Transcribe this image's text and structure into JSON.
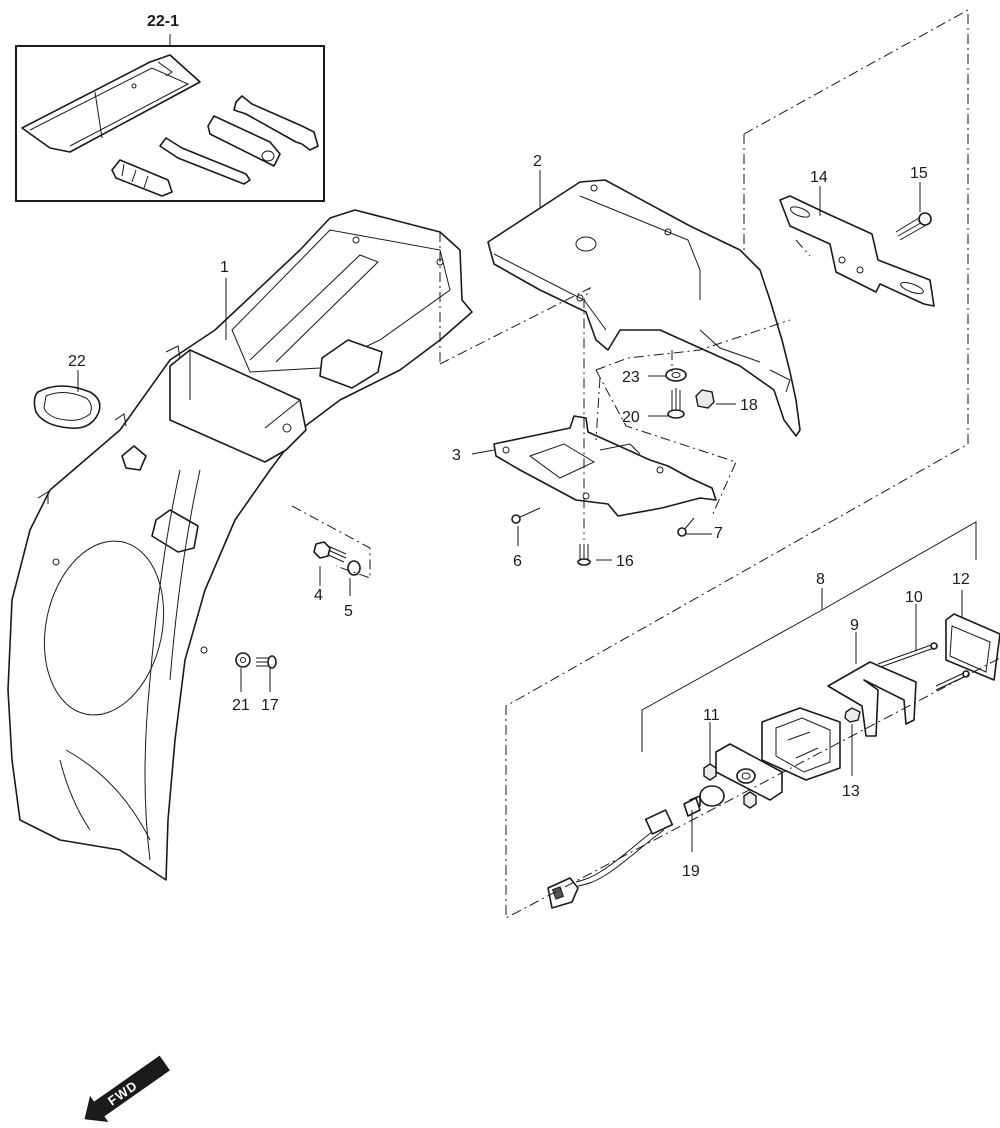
{
  "labels": {
    "l22_1": "22-1",
    "l1": "1",
    "l2": "2",
    "l3": "3",
    "l4": "4",
    "l5": "5",
    "l6": "6",
    "l7": "7",
    "l8": "8",
    "l9": "9",
    "l10": "10",
    "l11": "11",
    "l12": "12",
    "l13": "13",
    "l14": "14",
    "l15": "15",
    "l16": "16",
    "l17": "17",
    "l18": "18",
    "l19": "19",
    "l20": "20",
    "l21": "21",
    "l22": "22",
    "l23": "23"
  },
  "direction_arrow": "FWD"
}
